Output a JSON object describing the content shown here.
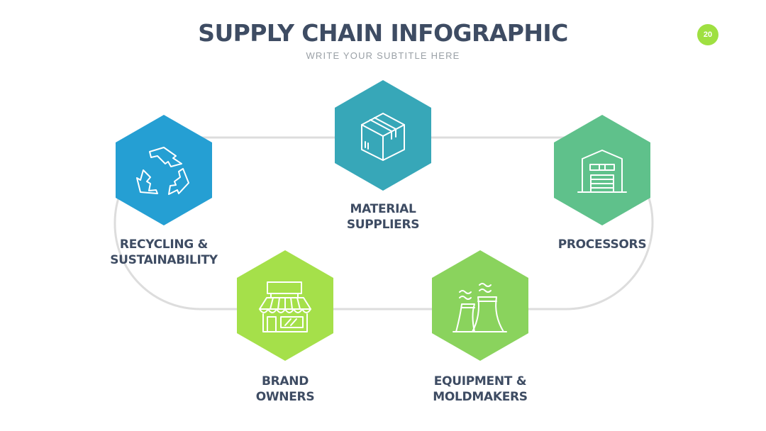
{
  "header": {
    "title": "SUPPLY CHAIN INFOGRAPHIC",
    "subtitle": "WRITE YOUR SUBTITLE HERE",
    "page_number": "20"
  },
  "colors": {
    "recycling": "#259fd3",
    "material": "#37a7b8",
    "processors": "#5fc18b",
    "brand": "#a5e04a",
    "equipment": "#8ad35d",
    "connector": "#dddddd",
    "text": "#3e4c63"
  },
  "nodes": {
    "recycling": {
      "icon": "recycle-icon",
      "label_line1": "RECYCLING &",
      "label_line2": "SUSTAINABILITY"
    },
    "material": {
      "icon": "box-icon",
      "label_line1": "MATERIAL",
      "label_line2": "SUPPLIERS"
    },
    "processors": {
      "icon": "warehouse-icon",
      "label_line1": "PROCESSORS"
    },
    "brand": {
      "icon": "storefront-icon",
      "label_line1": "BRAND",
      "label_line2": "OWNERS"
    },
    "equipment": {
      "icon": "factory-icon",
      "label_line1": "EQUIPMENT &",
      "label_line2": "MOLDMAKERS"
    }
  }
}
